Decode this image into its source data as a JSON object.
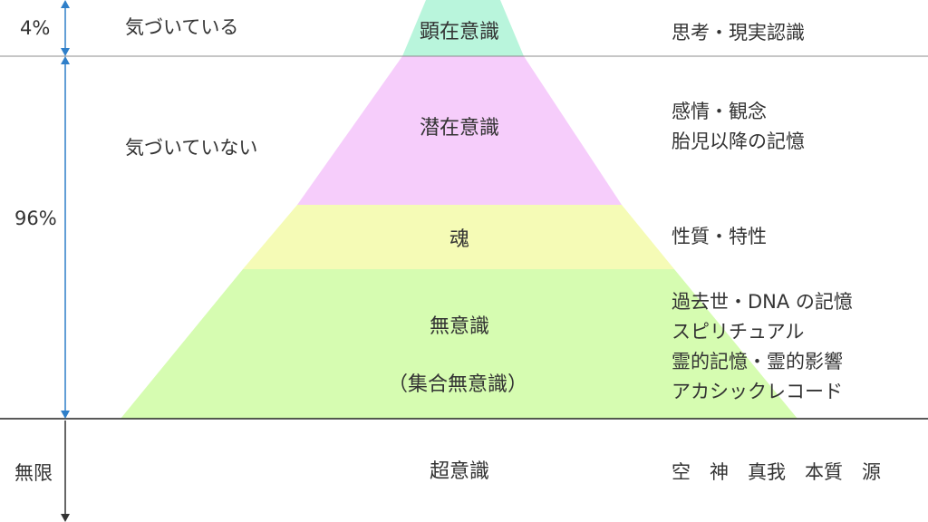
{
  "percent_conscious": "4%",
  "percent_unconscious": "96%",
  "percent_infinite": "無限",
  "aware": "気づいている",
  "unaware": "気づいていない",
  "layers": {
    "conscious": {
      "name": "顕在意識",
      "desc": [
        "思考・現実認識"
      ],
      "color": "#b9f5dc"
    },
    "subconscious": {
      "name": "潜在意識",
      "desc": [
        "感情・観念",
        "胎児以降の記憶"
      ],
      "color": "#f6cdfb"
    },
    "soul": {
      "name": "魂",
      "desc": [
        "性質・特性"
      ],
      "color": "#f5fbb6"
    },
    "unconscious": {
      "name": "無意識",
      "name2": "（集合無意識）",
      "desc": [
        "過去世・DNA の記憶",
        "スピリチュアル",
        "霊的記憶・霊的影響",
        "アカシックレコード"
      ],
      "color": "#d6fcb1"
    },
    "superconscious": {
      "name": "超意識",
      "desc": [
        "空　神　真我　本質　源"
      ]
    }
  },
  "arrow_color": "#2f7fc9"
}
